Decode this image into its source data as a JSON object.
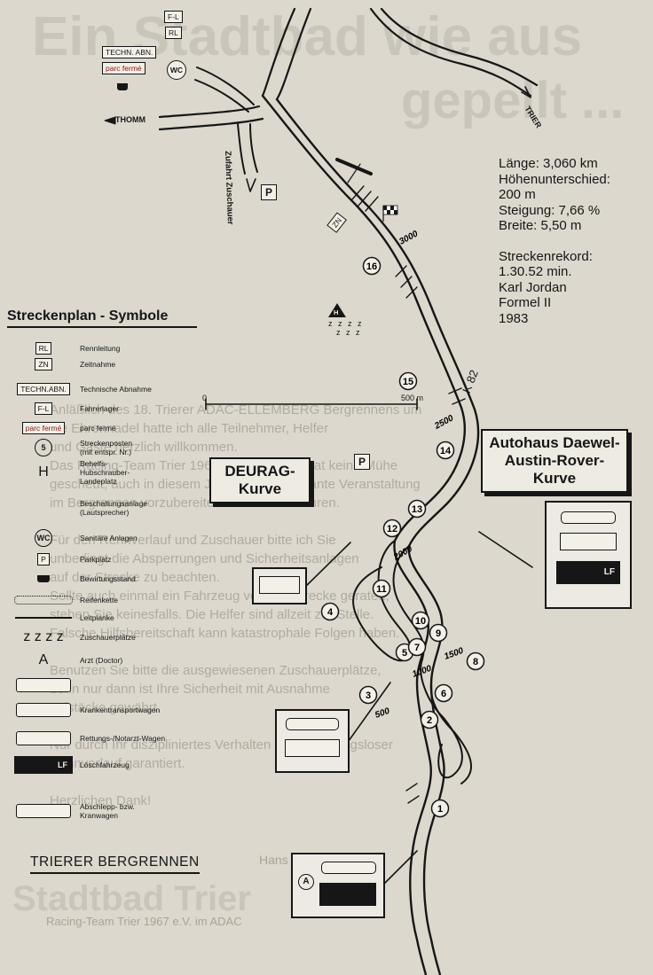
{
  "background": {
    "headline_line1": "Ein Stadtbad wie aus",
    "headline_line2": "gepellt ...",
    "body_lines": [
      "Anläßlich des 18. Trierer ADAC-ELLEMBERG Bergrennens um",
      "die Ehrennadel hatte ich alle Teilnehmer, Helfer",
      "und Gäste herzlich willkommen.",
      "Das Racing-Team Trier 1967 e.V. im ADAC hat keine Mühe",
      "gescheut, auch in diesem Jahr eine interessante Veranstaltung",
      "im Bergrennen vorzubereiten und durchzuführen.",
      "",
      "Für den Rennverlauf und Zuschauer bitte ich Sie",
      "unbedingt die Absperrungen und Sicherheitsanlagen",
      "auf der Strecke zu beachten.",
      "Sollte auch einmal ein Fahrzeug von der Strecke geraten,",
      "stehen Sie keinesfalls. Die Helfer sind allzeit zur Stelle.",
      "Falsche Hilfsbereitschaft kann katastrophale Folgen haben.",
      "",
      "Benutzen Sie bitte die ausgewiesenen Zuschauerplätze,",
      "denn nur dann ist Ihre Sicherheit mit Ausnahme",
      "tutistäcke gewährt.",
      "",
      "Nur durch Ihr diszipliniertes Verhalten ist ein reibungsloser",
      "Rennverlauf garantiert.",
      "",
      "Herzlichen Dank!"
    ],
    "signature_name": "Hans Müller",
    "signature_role": "Racing-Team Trier 1967 e.V. im ADAC",
    "logo_text": "Stadtbad Trier"
  },
  "info_box": {
    "lines": [
      "Länge: 3,060 km",
      "Höhenunterschied:",
      "200 m",
      "Steigung: 7,66 %",
      "Breite: 5,50 m",
      "",
      "Streckenrekord:",
      "1.30.52 min.",
      "Karl Jordan",
      "Formel II",
      "1983"
    ]
  },
  "map": {
    "road_labels": {
      "trier": "TRIER",
      "thomm": "THOMM",
      "zufahrt": "Zufahrt Zuschauer",
      "k82": "K 82"
    },
    "distance_marks": [
      "3000",
      "2500",
      "2000",
      "1500",
      "1000",
      "500"
    ],
    "scale": {
      "start": "0",
      "end": "500 m"
    },
    "top_tags": {
      "fl": "F-L",
      "rl": "RL",
      "techn": "TECHN. ABN.",
      "parc": "parc fermé",
      "wc": "WC"
    },
    "zn_tag": "ZN",
    "heli_tag": "H",
    "parking_tag": "P",
    "doctor_tag": "A",
    "post_numbers": [
      "1",
      "2",
      "3",
      "4",
      "5",
      "6",
      "7",
      "8",
      "9",
      "10",
      "11",
      "12",
      "13",
      "14",
      "15",
      "16"
    ],
    "callouts": {
      "deurag": "DEURAG-\nKurve",
      "austin": "Autohaus Daewel-\nAustin-Rover-\nKurve"
    }
  },
  "legend": {
    "title": "Streckenplan - Symbole",
    "items": [
      {
        "symbol": "RL",
        "label": "Rennleitung"
      },
      {
        "symbol": "ZN",
        "label": "Zeitnahme"
      },
      {
        "symbol": "TECHN.ABN.",
        "label": "Technische Abnahme"
      },
      {
        "symbol": "F-L",
        "label": "Fahrerlager"
      },
      {
        "symbol": "parc fermé",
        "label": "parc fermé"
      },
      {
        "symbol": "5",
        "label": "Streckenposten\n(mit entspr. Nr.)"
      },
      {
        "symbol": "H",
        "label": "Behelfs-\nHubschrauber-\nLandeplatz"
      },
      {
        "symbol": "",
        "label": "Beschallungsanlage\n(Lautsprecher)"
      },
      {
        "symbol": "WC",
        "label": "Sanitäre Anlagen"
      },
      {
        "symbol": "P",
        "label": "Parkplatz"
      },
      {
        "symbol": "",
        "label": "Bewirtungsstand"
      },
      {
        "symbol": "",
        "label": "Reifenkette"
      },
      {
        "symbol": "",
        "label": "Leitplanke"
      },
      {
        "symbol": "z z z z",
        "label": "Zuschauerplätze"
      },
      {
        "symbol": "A",
        "label": "Arzt (Doctor)"
      },
      {
        "symbol": "",
        "label": ""
      },
      {
        "symbol": "",
        "label": "Krankentransportwagen"
      },
      {
        "symbol": "",
        "label": "Rettungs-/Notarzt-Wagen"
      },
      {
        "symbol": "LF",
        "label": "Löschfahrzeug"
      },
      {
        "symbol": "",
        "label": "Abschlepp- bzw.\nKranwagen"
      }
    ]
  },
  "footer": {
    "title": "TRIERER BERGRENNEN"
  },
  "colors": {
    "paper": "#dcd8ce",
    "ink": "#161616",
    "ghost": "#c9c5bb"
  }
}
